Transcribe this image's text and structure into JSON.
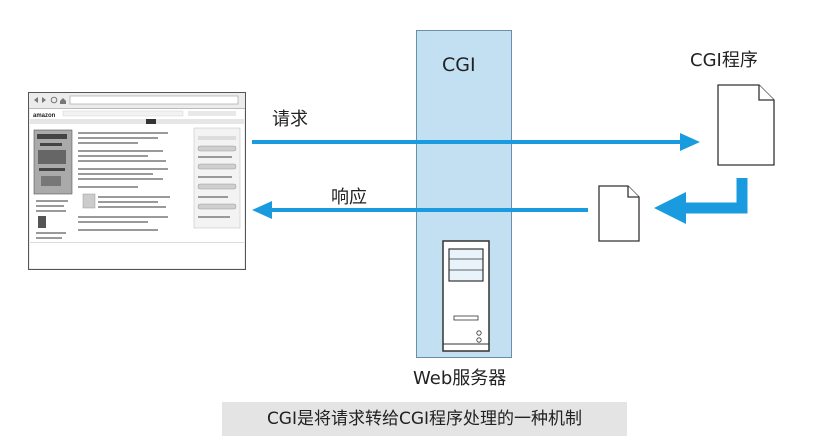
{
  "diagram": {
    "server_column_label": "CGI",
    "request_label": "请求",
    "response_label": "响应",
    "cgi_program_label": "CGI程序",
    "web_server_label": "Web服务器",
    "caption": "CGI是将请求转给CGI程序处理的一种机制"
  },
  "browser": {
    "logo_text": "amazon",
    "icons": [
      "back-arrow-icon",
      "forward-arrow-icon",
      "refresh-icon",
      "home-icon"
    ]
  },
  "colors": {
    "arrow": "#1a9be0",
    "server_column": "#c3e0f2",
    "caption_background": "#e4e4e4"
  }
}
